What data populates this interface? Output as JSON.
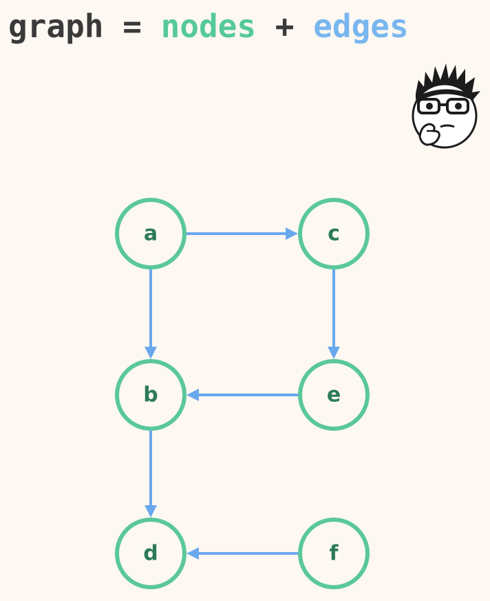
{
  "header": {
    "word_graph": "graph",
    "op_equals": "=",
    "word_nodes": "nodes",
    "op_plus": "+",
    "word_edges": "edges"
  },
  "colors": {
    "nodes_accent": "#55c99b",
    "edges_accent": "#79b6ef",
    "text_dark": "#3a3a3a",
    "background": "#fdf8f2"
  },
  "mascot_icon": "thinking-face-with-glasses-icon",
  "graph": {
    "nodes": [
      {
        "id": "a",
        "label": "a"
      },
      {
        "id": "b",
        "label": "b"
      },
      {
        "id": "c",
        "label": "c"
      },
      {
        "id": "d",
        "label": "d"
      },
      {
        "id": "e",
        "label": "e"
      },
      {
        "id": "f",
        "label": "f"
      }
    ],
    "edges": [
      {
        "from": "a",
        "to": "c"
      },
      {
        "from": "a",
        "to": "b"
      },
      {
        "from": "c",
        "to": "e"
      },
      {
        "from": "e",
        "to": "b"
      },
      {
        "from": "b",
        "to": "d"
      },
      {
        "from": "f",
        "to": "d"
      }
    ]
  }
}
